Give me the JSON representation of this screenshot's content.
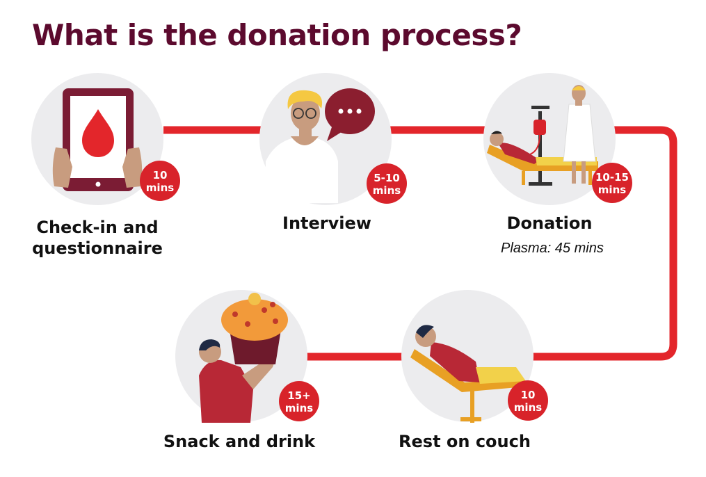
{
  "title": "What is the donation process?",
  "steps": [
    {
      "label_lines": [
        "Check-in and",
        "questionnaire"
      ],
      "badge": [
        "10",
        "mins"
      ]
    },
    {
      "label_lines": [
        "Interview"
      ],
      "badge": [
        "5-10",
        "mins"
      ]
    },
    {
      "label_lines": [
        "Donation"
      ],
      "sublabel": "Plasma: 45 mins",
      "badge": [
        "10-15",
        "mins"
      ]
    },
    {
      "label_lines": [
        "Rest on couch"
      ],
      "badge": [
        "10",
        "mins"
      ]
    },
    {
      "label_lines": [
        "Snack and drink"
      ],
      "badge": [
        "15+",
        "mins"
      ]
    }
  ],
  "colors": {
    "title": "#5c0a2e",
    "path": "#e3262b",
    "badge": "#d8232a",
    "circle": "#ececee"
  },
  "icons": [
    "tablet-blood-drop-icon",
    "interviewer-speech-bubble-icon",
    "donor-with-nurse-icon",
    "person-resting-on-couch-icon",
    "person-holding-muffin-icon"
  ]
}
